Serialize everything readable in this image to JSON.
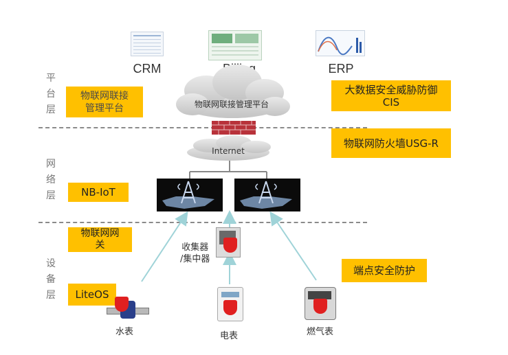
{
  "layers": {
    "platform": [
      "平",
      "台",
      "层"
    ],
    "network": [
      "网",
      "络",
      "层"
    ],
    "device": [
      "设",
      "备",
      "层"
    ]
  },
  "apps": {
    "crm": "CRM",
    "billing": "Billing",
    "erp": "ERP"
  },
  "cloud_platform": "物联网联接管理平台",
  "cloud_internet": "Internet",
  "boxes": {
    "platform_left_line1": "物联网联接",
    "platform_left_line2": "管理平台",
    "cis_line1": "大数据安全威胁防御",
    "cis_line2": "CIS",
    "firewall": "物联网防火墙USG-R",
    "nbiot": "NB-IoT",
    "gateway_line1": "物联网网",
    "gateway_line2": "关",
    "endpoint": "端点安全防护",
    "liteos": "LiteOS"
  },
  "devices": {
    "collector_line1": "收集器",
    "collector_line2": "/集中器",
    "water": "水表",
    "electric": "电表",
    "gas": "燃气表"
  },
  "colors": {
    "highlight": "#ffc000",
    "arrow": "#9fd3d8",
    "shield": "#e02020",
    "tower_bg": "#0b0b0b",
    "firewall": "#b8323a"
  }
}
